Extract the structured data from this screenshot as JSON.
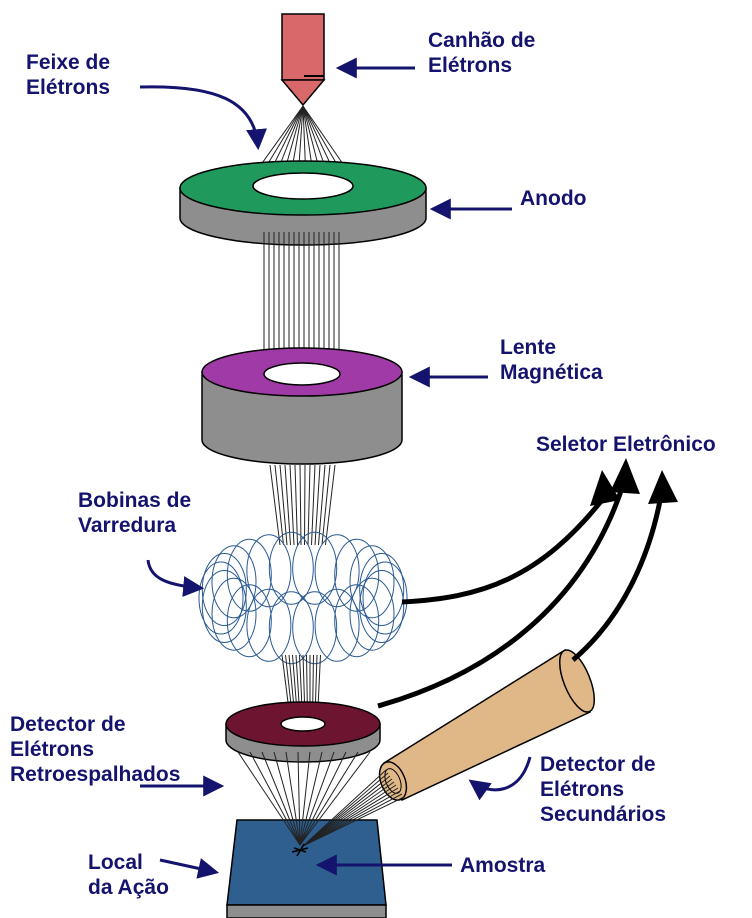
{
  "labels": {
    "electron_gun": [
      "Canhão de",
      "Elétrons"
    ],
    "electron_beam": [
      "Feixe de",
      "Elétrons"
    ],
    "anode": "Anodo",
    "magnetic_lens": [
      "Lente",
      "Magnética"
    ],
    "electronic_selector": "Seletor Eletrônico",
    "scan_coils": [
      "Bobinas de",
      "Varredura"
    ],
    "backscatter_detector": [
      "Detector de",
      "Elétrons",
      "Retroespalhados"
    ],
    "secondary_detector": [
      "Detector de",
      "Elétrons",
      "Secundários"
    ],
    "action_site": [
      "Local",
      "da Ação"
    ],
    "sample": "Amostra"
  },
  "colors": {
    "label_text": "#14146e",
    "gun": "#d9686a",
    "anode_top": "#1f9a5c",
    "ring_side": "#8e8e8e",
    "lens_top": "#a03aa6",
    "coil": "#2a5a92",
    "backscatter_top": "#6d1530",
    "secondary_detector": "#e0b888",
    "sample_top": "#2e5f8e"
  }
}
